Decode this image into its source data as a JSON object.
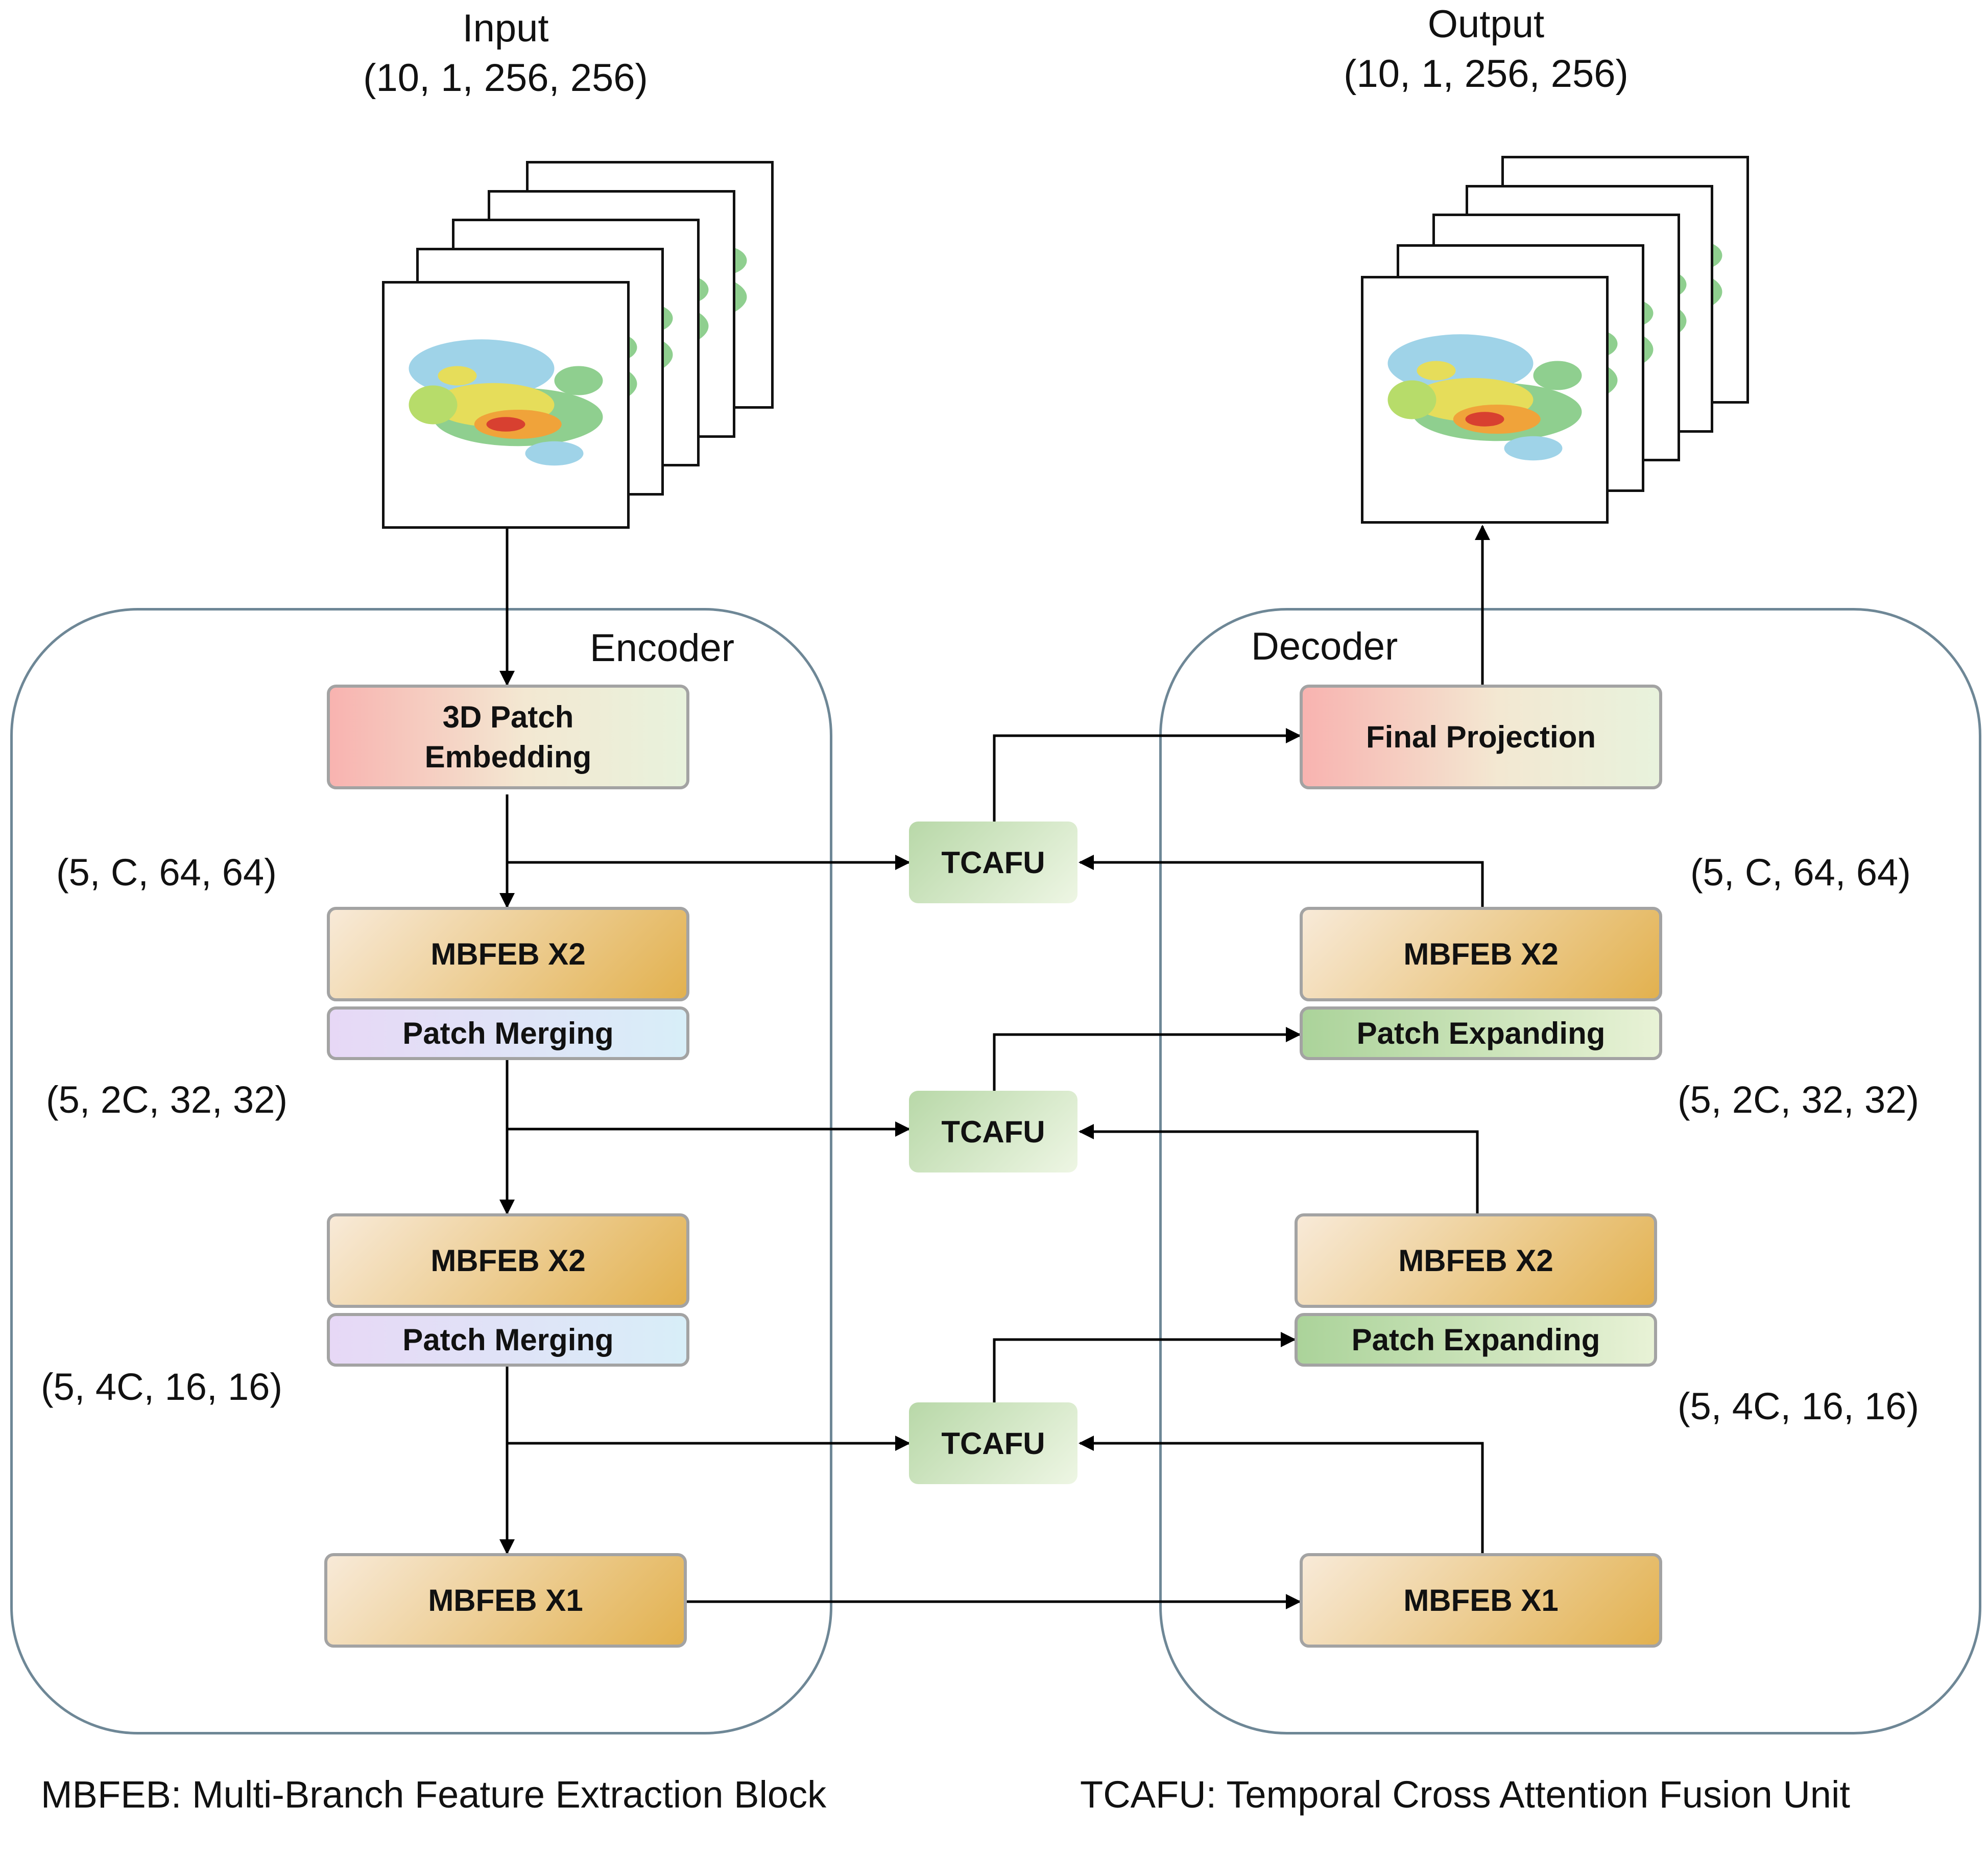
{
  "input": {
    "title": "Input",
    "shape": "(10, 1, 256, 256)"
  },
  "output": {
    "title": "Output",
    "shape": "(10, 1, 256, 256)"
  },
  "encoder": {
    "label": "Encoder",
    "embedding": "3D Patch Embedding",
    "mbfeb1": "MBFEB X2",
    "merge1": "Patch Merging",
    "mbfeb2": "MBFEB X2",
    "merge2": "Patch Merging",
    "mbfeb3": "MBFEB X1",
    "dims": [
      "(5, C, 64, 64)",
      "(5, 2C, 32, 32)",
      "(5, 4C, 16, 16)"
    ]
  },
  "decoder": {
    "label": "Decoder",
    "projection": "Final Projection",
    "mbfeb1": "MBFEB X2",
    "expand1": "Patch Expanding",
    "mbfeb2": "MBFEB X2",
    "expand2": "Patch Expanding",
    "mbfeb3": "MBFEB X1",
    "dims": [
      "(5, C, 64, 64)",
      "(5, 2C, 32, 32)",
      "(5, 4C, 16, 16)"
    ]
  },
  "fusion": {
    "labels": [
      "TCAFU",
      "TCAFU",
      "TCAFU"
    ]
  },
  "legend": {
    "mbfeb": "MBFEB: Multi-Branch Feature Extraction Block",
    "tcafu": "TCAFU:  Temporal Cross Attention Fusion Unit"
  }
}
